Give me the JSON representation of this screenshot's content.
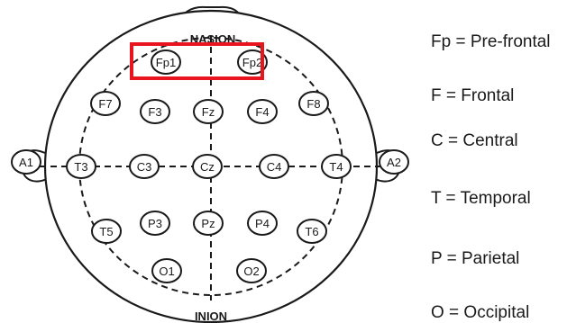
{
  "diagram": {
    "top_label": "NASION",
    "bottom_label": "INION",
    "highlight_color": "#e8141e",
    "line_color": "#1a1a1a",
    "electrodes": [
      {
        "id": "fp1",
        "label": "Fp1",
        "highlighted": true
      },
      {
        "id": "fp2",
        "label": "Fp2",
        "highlighted": true
      },
      {
        "id": "f7",
        "label": "F7"
      },
      {
        "id": "f3",
        "label": "F3"
      },
      {
        "id": "fz",
        "label": "Fz"
      },
      {
        "id": "f4",
        "label": "F4"
      },
      {
        "id": "f8",
        "label": "F8"
      },
      {
        "id": "a1",
        "label": "A1"
      },
      {
        "id": "t3",
        "label": "T3"
      },
      {
        "id": "c3",
        "label": "C3"
      },
      {
        "id": "cz",
        "label": "Cz"
      },
      {
        "id": "c4",
        "label": "C4"
      },
      {
        "id": "t4",
        "label": "T4"
      },
      {
        "id": "a2",
        "label": "A2"
      },
      {
        "id": "t5",
        "label": "T5"
      },
      {
        "id": "p3",
        "label": "P3"
      },
      {
        "id": "pz",
        "label": "Pz"
      },
      {
        "id": "p4",
        "label": "P4"
      },
      {
        "id": "t6",
        "label": "T6"
      },
      {
        "id": "o1",
        "label": "O1"
      },
      {
        "id": "o2",
        "label": "O2"
      }
    ]
  },
  "legend": [
    {
      "text": "Fp = Pre-frontal"
    },
    {
      "text": "F = Frontal"
    },
    {
      "text": "C = Central"
    },
    {
      "text": "T = Temporal"
    },
    {
      "text": "P = Parietal"
    },
    {
      "text": "O = Occipital"
    }
  ]
}
